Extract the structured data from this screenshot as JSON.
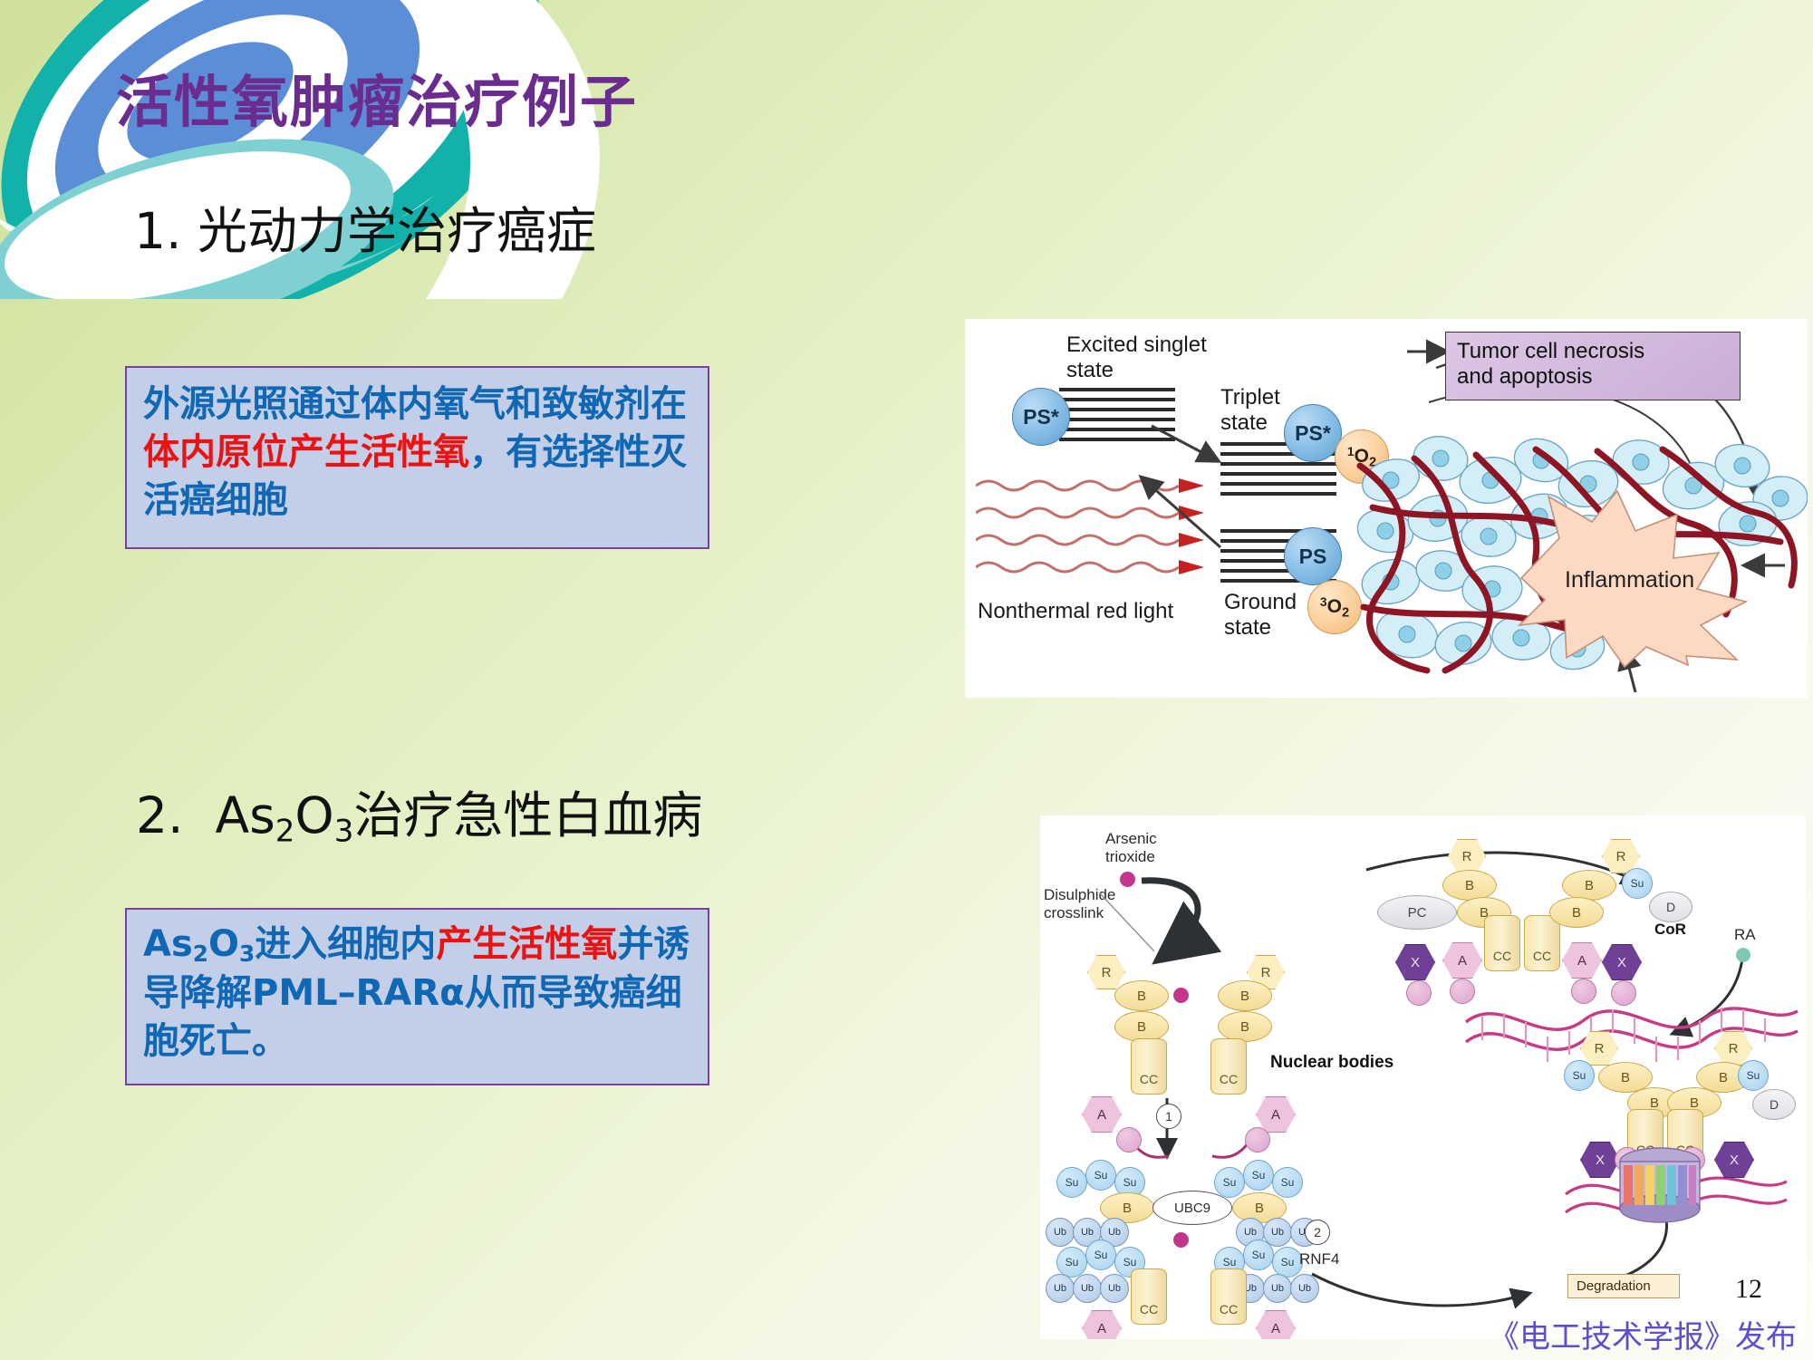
{
  "slide": {
    "title": "活性氧肿瘤治疗例子",
    "page_number": "12",
    "footer": "《电工技术学报》发布",
    "accent_colors": {
      "title_purple": "#6a2c8f",
      "box_fill": "#c3cfe8",
      "box_border": "#7b3f9d",
      "body_blue": "#1068b5",
      "highlight_red": "#ee1111",
      "bg_green": "#cfe09a",
      "swoosh_blue": "#5b8ed6",
      "swoosh_teal": "#12b2ab",
      "swoosh_aqua": "#7ed0d2",
      "footer_purple": "#5a4fd0"
    }
  },
  "sections": [
    {
      "heading_number": "1.",
      "heading_text": "光动力学治疗癌症",
      "heading_full": "1. 光动力学治疗癌症",
      "box_lines": [
        {
          "segments": [
            {
              "text": "外源光照通过体内氧气和致敏剂在",
              "color": "blue"
            }
          ]
        },
        {
          "segments": [
            {
              "text": "体内原位产生活性氧",
              "color": "red"
            },
            {
              "text": "，有选择性灭",
              "color": "blue"
            }
          ]
        },
        {
          "segments": [
            {
              "text": "活癌细胞",
              "color": "blue"
            }
          ]
        }
      ]
    },
    {
      "heading_number": "2.",
      "heading_text": "治疗急性白血病",
      "heading_formula": "As2O3",
      "heading_full": "2. As₂O₃治疗急性白血病",
      "box_lines": [
        {
          "segments": [
            {
              "text": "As2O3进入细胞内",
              "color": "blue",
              "formula": true
            },
            {
              "text": "产生活性氧",
              "color": "red"
            },
            {
              "text": "并诱",
              "color": "blue"
            }
          ]
        },
        {
          "segments": [
            {
              "text": "导降解PML–RARα从而导致癌细",
              "color": "blue"
            }
          ]
        },
        {
          "segments": [
            {
              "text": "胞死亡。",
              "color": "blue"
            }
          ]
        }
      ]
    }
  ],
  "figure1": {
    "caption": "Photodynamic therapy mechanism diagram",
    "labels": {
      "excited_singlet": "Excited singlet\nstate",
      "excited_singlet_l1": "Excited singlet",
      "excited_singlet_l2": "state",
      "triplet_l1": "Triplet",
      "triplet_l2": "state",
      "ground_l1": "Ground",
      "ground_l2": "state",
      "nonthermal": "Nonthermal red light",
      "ps_excited_1": "PS*",
      "ps_excited_2": "PS*",
      "ps_ground": "PS",
      "singlet_oxygen": "1O2",
      "triplet_oxygen": "3O2",
      "necrosis_l1": "Tumor cell necrosis",
      "necrosis_l2": "and apoptosis",
      "inflammation": "Inflammation"
    }
  },
  "figure2": {
    "caption": "Arsenic trioxide induced PML-RARα degradation diagram",
    "labels": {
      "arsenic_l1": "Arsenic",
      "arsenic_l2": "trioxide",
      "disulphide_l1": "Disulphide",
      "disulphide_l2": "crosslink",
      "nuclear_bodies": "Nuclear bodies",
      "ra": "RA",
      "ubc9": "UBC9",
      "rnf4": "RNF4",
      "degradation": "Degradation",
      "step1": "1",
      "step2": "2",
      "cor": "CoR",
      "pc": "PC",
      "r": "R",
      "b": "B",
      "cc": "CC",
      "a": "A",
      "x": "X",
      "d": "D",
      "su": "Su",
      "ub": "Ub"
    }
  }
}
